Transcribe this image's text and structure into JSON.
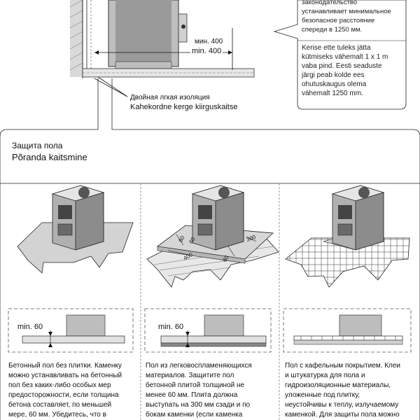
{
  "top": {
    "callout_ru": [
      "законодательство",
      "устанавливает минимальное",
      "безопасное расстояние",
      "спереди в 1250 мм."
    ],
    "callout_et": [
      "Kerise ette tuleks jätta",
      "kütmiseks vähemalt 1 x 1 m",
      "vaba pind. Eesti seaduste",
      "järgi peab kolde ees",
      "ohutuskaugus olema",
      "vähemalt 1250 mm."
    ],
    "dim_ru": "мин. 400",
    "dim_et": "min. 400",
    "insulation_ru": "Двойная лгкая изоляция",
    "insulation_et": "Kahekordne kerge kiirguskaitse"
  },
  "floor": {
    "title_ru": "Защита пола",
    "title_et": "Põranda kaitsmine",
    "panel1": {
      "min_label": "min. 60",
      "desc": [
        "Бетонный пол без плитки. Каменку",
        "можно устанавливать на бетонный",
        "пол без каких-либо особых мер",
        "предосторожности, если толщина",
        "бетона составляет, по меньшей",
        "мере, 60 мм. Убедитесь, что в"
      ]
    },
    "panel2": {
      "min_label": "min. 60",
      "dims": [
        "60",
        "60",
        "300",
        "400",
        "60"
      ],
      "desc": [
        "Пол из легковоспламеняющихся",
        "материалов. Защитите пол",
        "бетонной плитой толщиной не",
        "менее 60 мм. Плита должна",
        "выступать на 300 мм сзади и по",
        "бокам каменки (если каменка"
      ]
    },
    "panel3": {
      "desc": [
        "Пол с кафельным покрытием. Клеи",
        "и штукатурка для пола и",
        "гидроизоляционные материалы,",
        "уложенные под плитку,",
        "неустойчивы к теплу, излучаемому",
        "каменкой. Для защиты пола можно"
      ]
    }
  }
}
